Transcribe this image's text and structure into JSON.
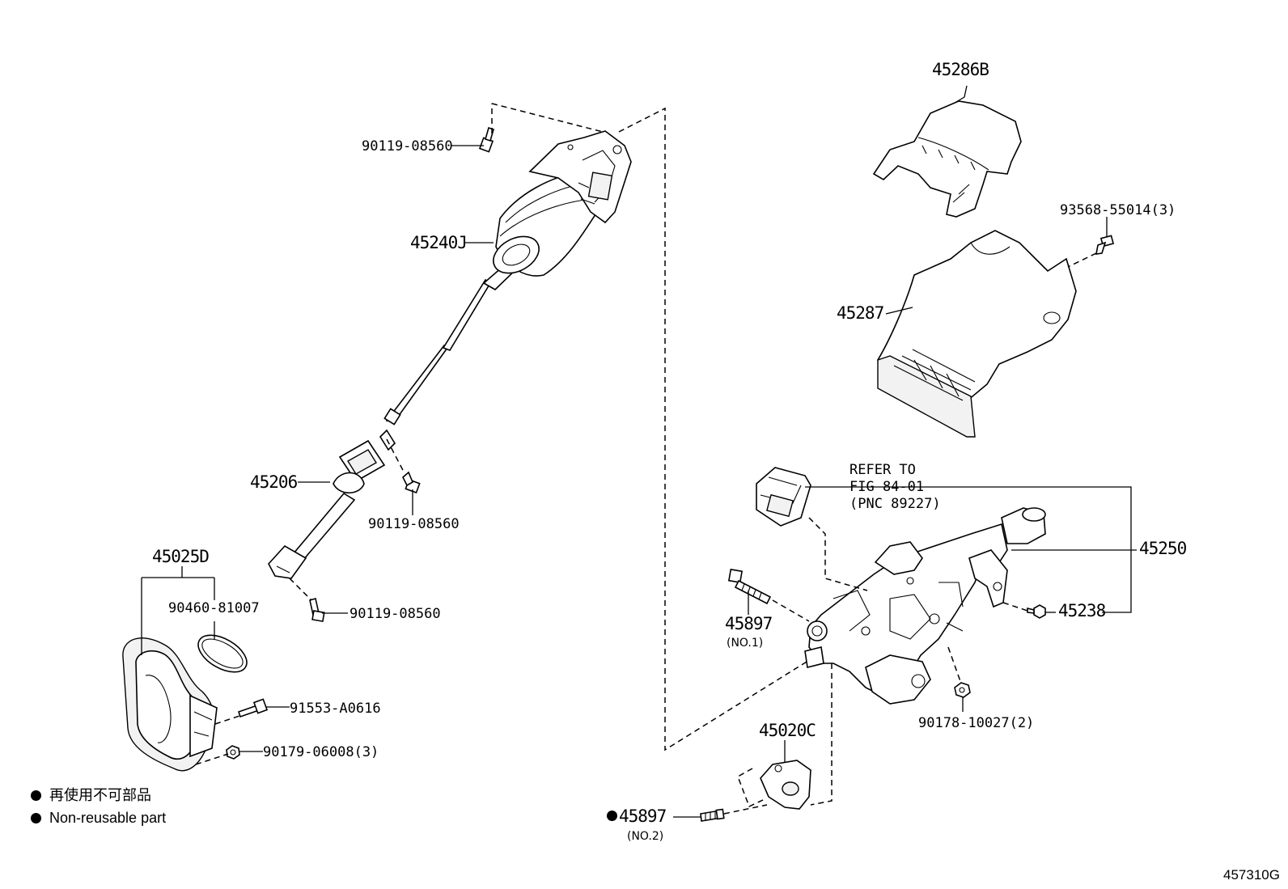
{
  "figure_code": "457310G",
  "legend": {
    "items": [
      {
        "text": "再使用不可部品"
      },
      {
        "text": "Non-reusable part"
      }
    ]
  },
  "reference": {
    "lines": [
      "REFER TO",
      "FIG 84-01",
      "(PNC 89227)"
    ]
  },
  "callouts": {
    "p45286B": "45286B",
    "p93568": "93568-55014(3)",
    "p45287": "45287",
    "p90119_top": "90119-08560",
    "p45240J": "45240J",
    "p45206": "45206",
    "p90119_mid": "90119-08560",
    "p90119_low": "90119-08560",
    "p45025D": "45025D",
    "p90460": "90460-81007",
    "p91553": "91553-A0616",
    "p90179": "90179-06008(3)",
    "p45250": "45250",
    "p45238": "45238",
    "p45897_1": "45897",
    "p45897_1_sub": "(NO.1)",
    "p90178": "90178-10027(2)",
    "p45020C": "45020C",
    "p45897_2": "45897",
    "p45897_2_sub": "(NO.2)"
  },
  "icons": [
    "bullet-dot-icon"
  ]
}
